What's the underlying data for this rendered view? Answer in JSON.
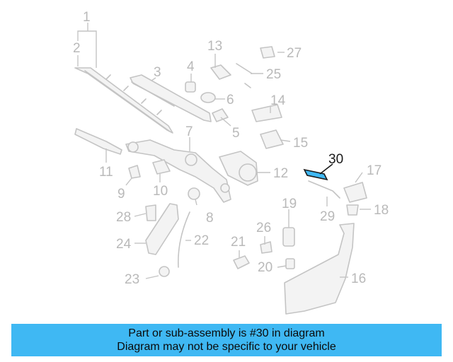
{
  "diagram": {
    "callouts": [
      "1",
      "2",
      "3",
      "4",
      "5",
      "6",
      "7",
      "8",
      "9",
      "10",
      "11",
      "12",
      "13",
      "14",
      "15",
      "16",
      "17",
      "18",
      "19",
      "20",
      "21",
      "22",
      "23",
      "24",
      "25",
      "26",
      "27",
      "28",
      "29",
      "30"
    ],
    "highlighted_callout": "30",
    "highlight_color": "#3fb8f3"
  },
  "banner": {
    "line1": "Part or sub-assembly is #30 in diagram",
    "line2": "Diagram may not be specific to your vehicle",
    "background": "#3fb8f3"
  }
}
